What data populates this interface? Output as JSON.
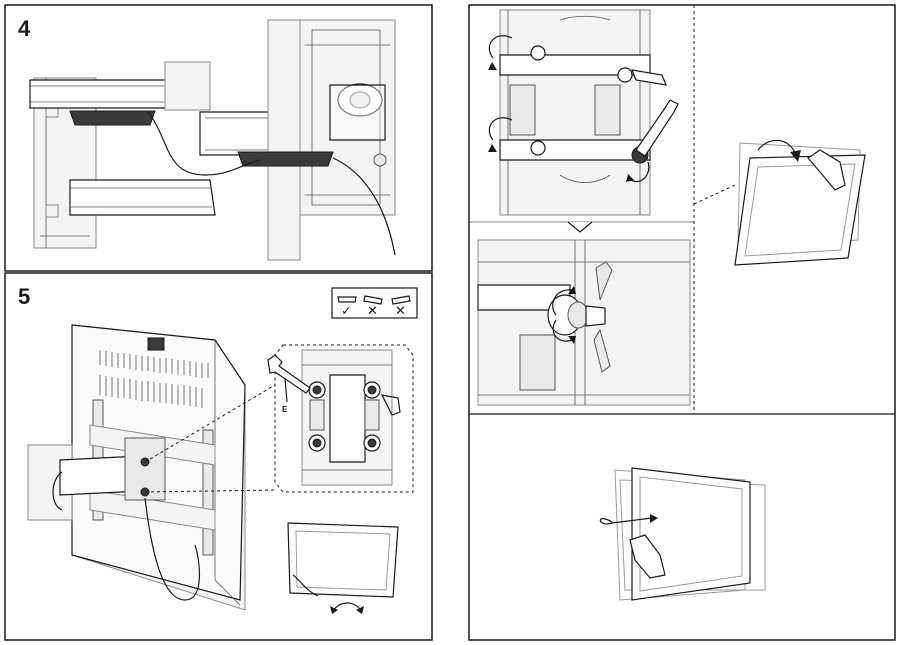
{
  "steps": {
    "step4": {
      "number": "4"
    },
    "step5": {
      "number": "5"
    }
  },
  "callout": {
    "bolt_label": "E"
  },
  "orientation_checks": {
    "marks": [
      "✓",
      "✕",
      "✕"
    ],
    "icons": [
      "level-bracket-icon",
      "tilted-bracket-icon",
      "tilted-bracket-icon"
    ]
  },
  "colors": {
    "line": "#1a1a1a",
    "frame": "#1a1a1a",
    "shade": "#e9e9e9",
    "cable_tray": "#5a5a5a"
  }
}
